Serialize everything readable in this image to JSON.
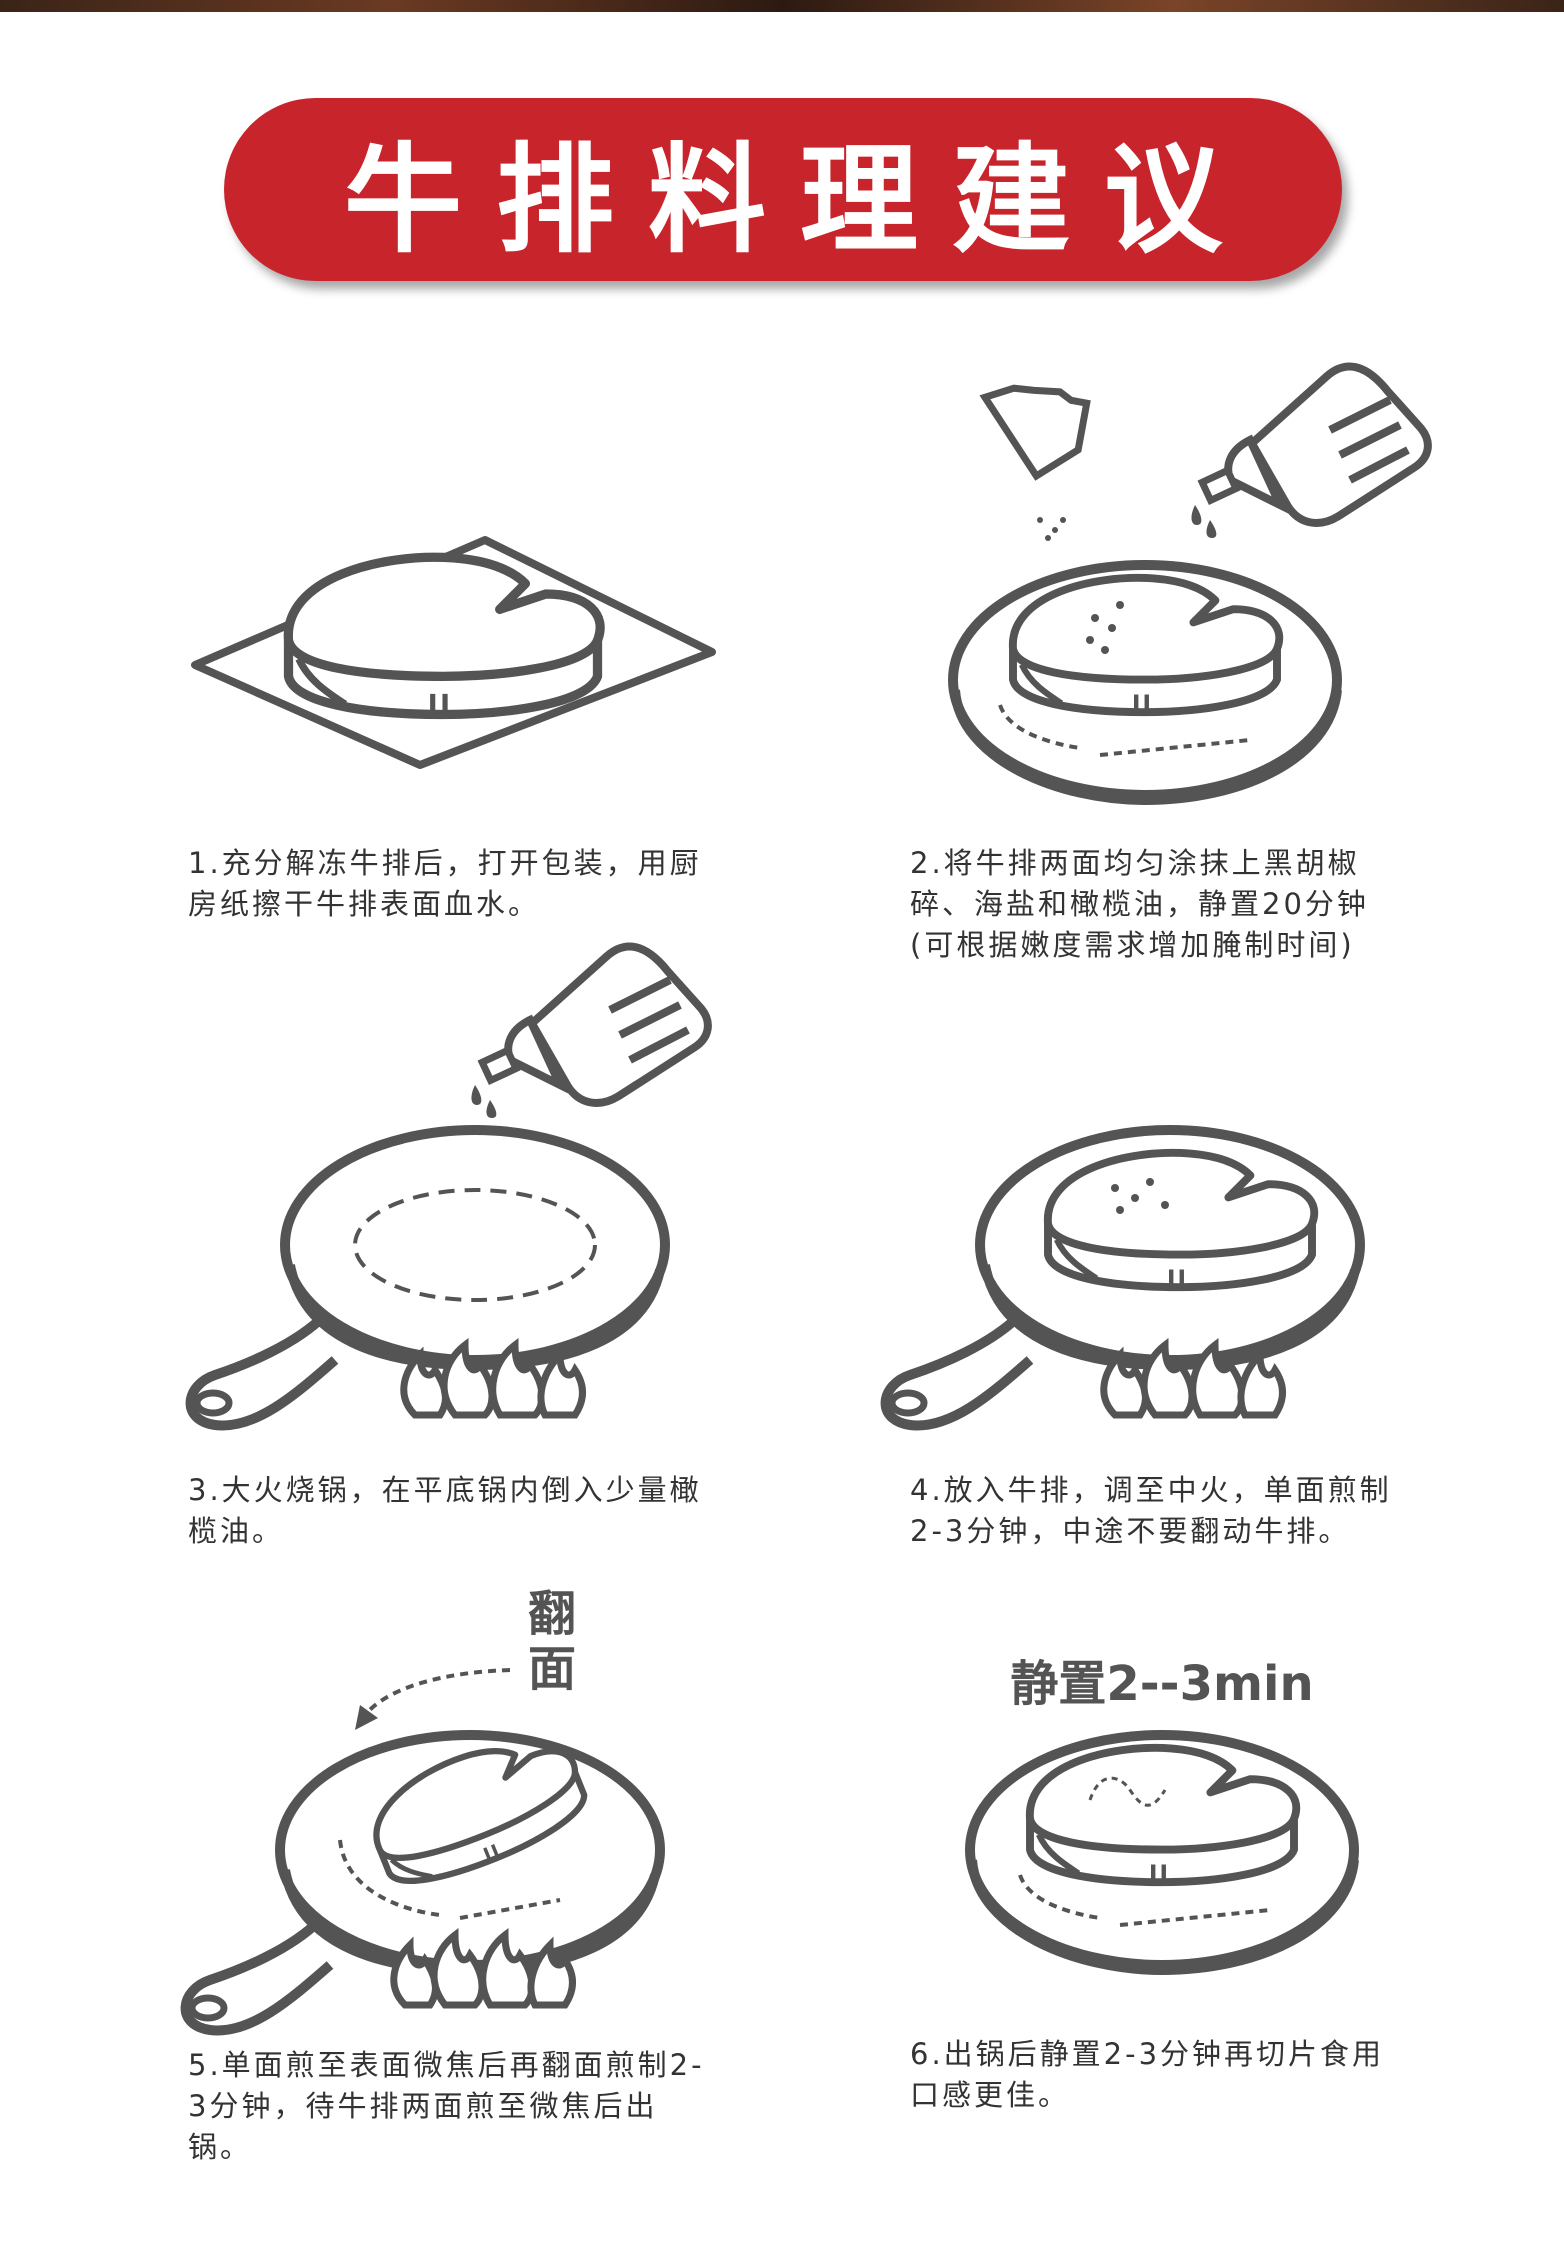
{
  "title": "牛排料理建议",
  "steps": [
    {
      "text": "1.充分解冻牛排后，打开包装，用厨房纸擦干牛排表面血水。"
    },
    {
      "text": "2.将牛排两面均匀涂抹上黑胡椒碎、海盐和橄榄油，静置20分钟(可根据嫩度需求增加腌制时间)"
    },
    {
      "text": "3.大火烧锅，在平底锅内倒入少量橄榄油。"
    },
    {
      "text": "4.放入牛排，调至中火，单面煎制2-3分钟，中途不要翻动牛排。"
    },
    {
      "text": "5.单面煎至表面微焦后再翻面煎制2-3分钟，待牛排两面煎至微焦后出锅。"
    },
    {
      "text": "6.出锅后静置2-3分钟再切片食用口感更佳。"
    }
  ],
  "labels": {
    "flip_1": "翻",
    "flip_2": "面",
    "rest": "静置2--3min"
  },
  "colors": {
    "banner": "#c8242b",
    "line": "#545454"
  }
}
